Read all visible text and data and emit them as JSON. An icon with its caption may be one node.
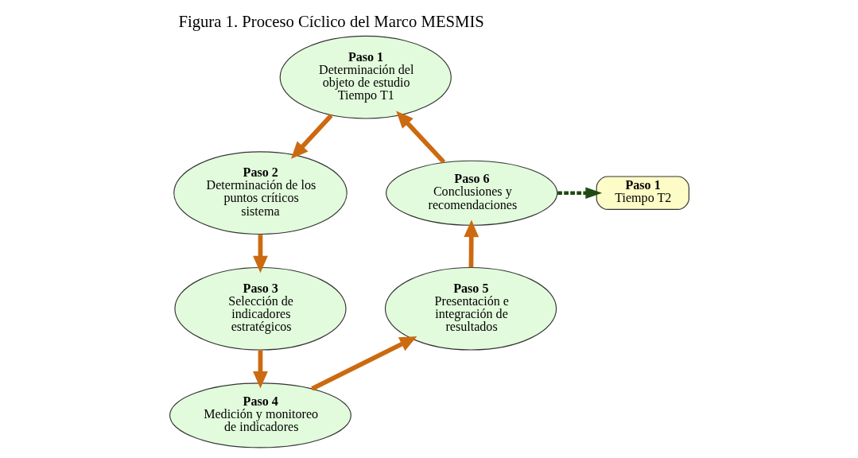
{
  "diagram": {
    "title": "Figura 1. Proceso Cíclico del Marco MESMIS",
    "nodes": [
      {
        "text": [
          "Paso 1",
          "Determinación del objeto de estudio Tiempo T1"
        ]
      },
      {
        "text": [
          "Paso 1",
          "Tiempo T2"
        ]
      },
      {
        "text": [
          "Paso 2",
          "Determinación de los puntos críticos sistema"
        ]
      },
      {
        "text": [
          "Paso 3",
          "Selección de indicadores estratégicos"
        ]
      },
      {
        "text": [
          "Paso 4",
          "Medición y monitoreo de indicadores"
        ]
      },
      {
        "text": [
          "Paso 5",
          "Presentación e integración de resultados"
        ]
      },
      {
        "text": [
          "Paso 6",
          "Conclusiones y recomendaciones"
        ]
      }
    ],
    "edges": [
      {
        "from": 0,
        "to": 2,
        "arrow": "to"
      },
      {
        "from": 2,
        "to": 3,
        "arrow": "to"
      },
      {
        "from": 3,
        "to": 4,
        "arrow": "to"
      },
      {
        "from": 4,
        "to": 5,
        "arrow": "to"
      },
      {
        "from": 5,
        "to": 6,
        "arrow": "to"
      },
      {
        "from": 6,
        "to": 0,
        "arrow": "to"
      },
      {
        "from": 6,
        "to": 1,
        "arrow": "to",
        "style": "dashed",
        "color": "#1f4a12"
      }
    ]
  }
}
